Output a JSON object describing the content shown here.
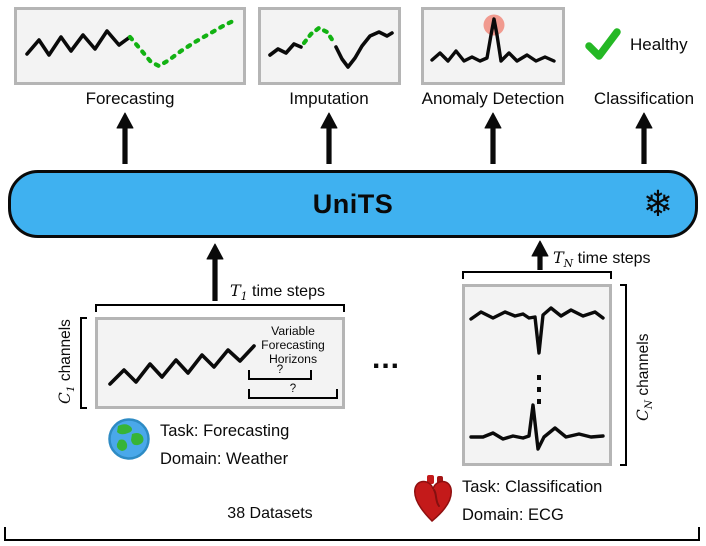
{
  "header_tasks": {
    "forecasting_label": "Forecasting",
    "imputation_label": "Imputation",
    "anomaly_label": "Anomaly Detection",
    "classification_label": "Classification",
    "classification_result": "Healthy"
  },
  "model": {
    "name": "UniTS",
    "snowflake_icon": "❄"
  },
  "left_dataset": {
    "time_var": "T",
    "time_sub": "1",
    "time_words": "time steps",
    "chan_var": "C",
    "chan_sub": "1",
    "chan_words": "channels",
    "horizon_note": "Variable Forecasting Horizons",
    "q1": "?",
    "q2": "?",
    "task": "Task: Forecasting",
    "domain": "Domain: Weather"
  },
  "right_dataset": {
    "time_var": "T",
    "time_sub": "N",
    "time_words": "time steps",
    "chan_var": "C",
    "chan_sub": "N",
    "chan_words": "channels",
    "task": "Task: Classification",
    "domain": "Domain: ECG"
  },
  "separator": "...",
  "footer": {
    "datasets_count": "38 Datasets"
  },
  "colors": {
    "model_blue": "#3fb1f0",
    "series_green": "#12b212",
    "check_green": "#25b825",
    "anomaly_red": "#f19a8f",
    "heart_red": "#c41a1a",
    "box_gray": "#b5b5b5"
  }
}
